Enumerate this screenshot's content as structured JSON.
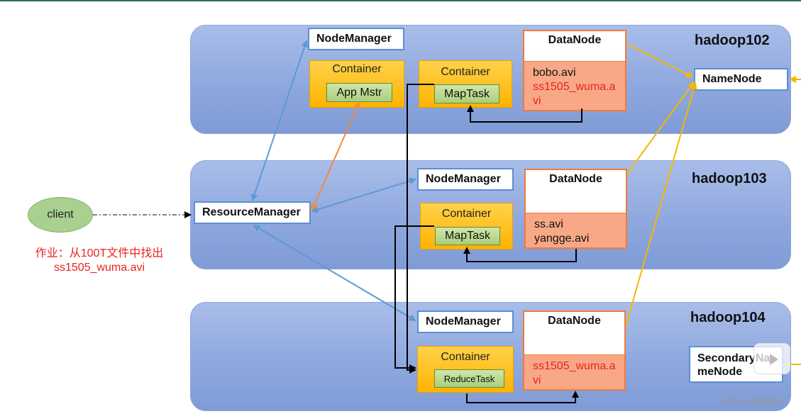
{
  "hosts": [
    {
      "name": "hadoop102"
    },
    {
      "name": "hadoop103"
    },
    {
      "name": "hadoop104"
    }
  ],
  "node_labels": {
    "node_manager": "NodeManager",
    "resource_manager": "ResourceManager",
    "name_node": "NameNode",
    "secondary_name_node_line1": "SecondaryNa",
    "secondary_name_node_line2": "meNode",
    "data_node": "DataNode",
    "container": "Container",
    "app_master": "App Mstr",
    "map_task": "MapTask",
    "reduce_task": "ReduceTask",
    "client": "client"
  },
  "data_nodes": [
    {
      "host": "hadoop102",
      "files": [
        {
          "text": "bobo.avi",
          "highlight": false
        },
        {
          "text": "ss1505_wuma.a",
          "highlight": true
        },
        {
          "text": "vi",
          "highlight": true
        }
      ]
    },
    {
      "host": "hadoop103",
      "files": [
        {
          "text": "ss.avi",
          "highlight": false
        },
        {
          "text": "yangge.avi",
          "highlight": false
        }
      ]
    },
    {
      "host": "hadoop104",
      "files": [
        {
          "text": "ss1505_wuma.a",
          "highlight": true
        },
        {
          "text": "vi",
          "highlight": true
        }
      ]
    }
  ],
  "task_note": {
    "line1": "作业：从100T文件中找出",
    "line2": "ss1505_wuma.avi"
  },
  "watermark": "CSDN @倾城00",
  "colors": {
    "host_bg": "#8fa8de",
    "box_border": "#5b8fd0",
    "container": "#ffb300",
    "task": "#a9cf7c",
    "datanode_border": "#f07a3c",
    "datanode_body": "#f9a887",
    "highlight_text": "#e8231f",
    "client": "#a9d08e",
    "arrow_blue": "#5a9bd5",
    "arrow_orange": "#f08a40",
    "arrow_gold": "#f5b800",
    "arrow_black": "#000000"
  }
}
